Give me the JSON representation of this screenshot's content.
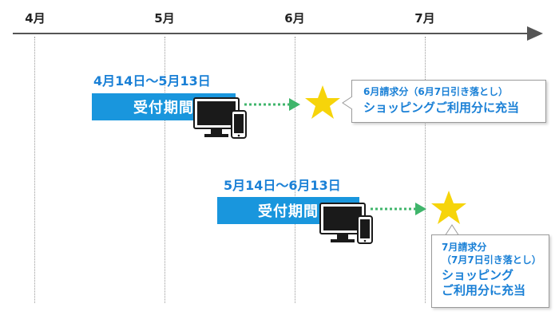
{
  "timeline": {
    "months": [
      "4月",
      "5月",
      "6月",
      "7月"
    ]
  },
  "periods": [
    {
      "range": "4月14日〜5月13日",
      "box_label": "受付期間",
      "billing_title": "6月請求分（6月7日引き落とし）",
      "billing_desc": "ショッピングご利用分に充当"
    },
    {
      "range": "5月14日〜6月13日",
      "box_label": "受付期間",
      "billing_title_1": "7月請求分",
      "billing_title_2": "（7月7日引き落とし）",
      "billing_desc_1": "ショッピング",
      "billing_desc_2": "ご利用分に充当"
    }
  ],
  "colors": {
    "accent_blue": "#1996dd",
    "text_blue": "#1a80d6",
    "arrow_green": "#3fb56b",
    "star_yellow": "#f6d40a",
    "axis_gray": "#555555"
  },
  "icons": [
    "monitor-icon",
    "smartphone-icon",
    "star-icon"
  ]
}
